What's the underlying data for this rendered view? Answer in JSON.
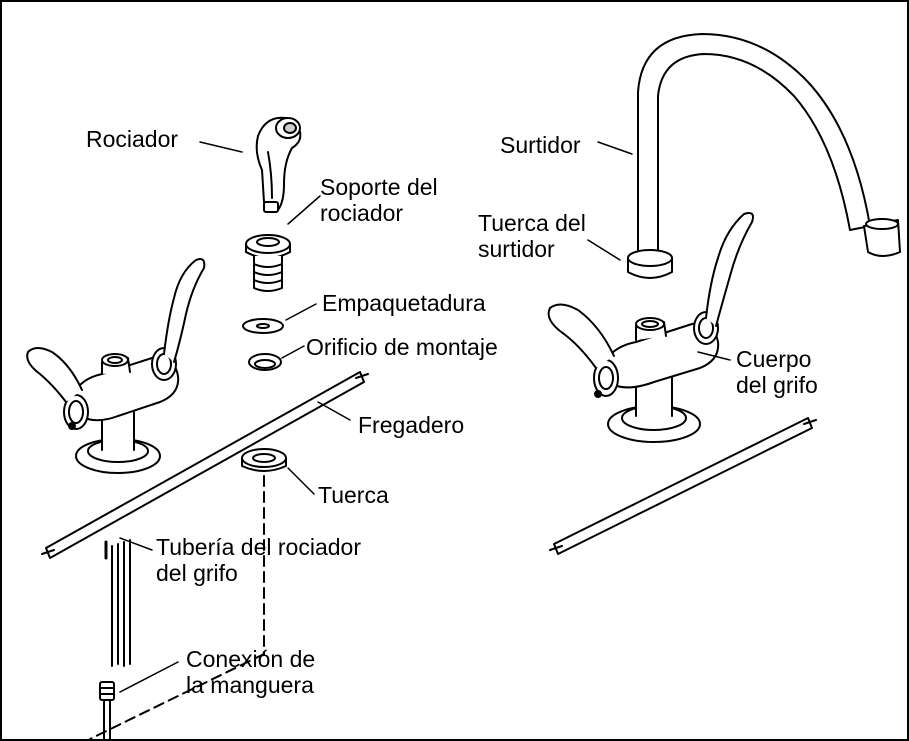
{
  "labels": {
    "rociador": "Rociador",
    "soporte_line1": "Soporte del",
    "soporte_line2": "rociador",
    "empaquetadura": "Empaquetadura",
    "orificio": "Orificio de montaje",
    "fregadero": "Fregadero",
    "tuerca": "Tuerca",
    "tuberia_line1": "Tubería del rociador",
    "tuberia_line2": "del grifo",
    "conexion_line1": "Conexión de",
    "conexion_line2": "la manguera",
    "surtidor": "Surtidor",
    "tuerca_surtidor_line1": "Tuerca del",
    "tuerca_surtidor_line2": "surtidor",
    "cuerpo_line1": "Cuerpo",
    "cuerpo_line2": "del grifo"
  },
  "colors": {
    "ink": "#000000",
    "paper": "#ffffff",
    "shade": "#cfcfcf"
  }
}
